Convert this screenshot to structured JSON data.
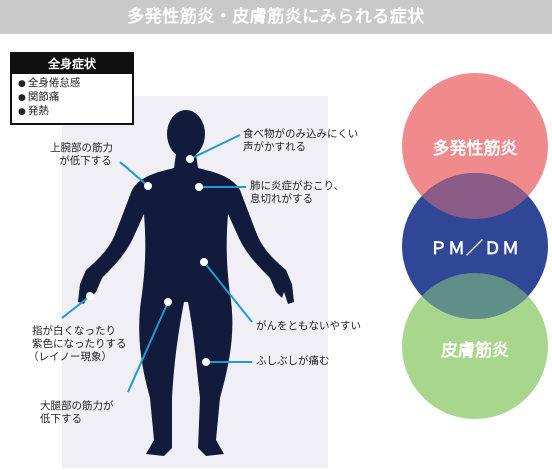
{
  "header": {
    "title": "多発性筋炎・皮膚筋炎にみられる症状"
  },
  "symptoms_box": {
    "title": "全身症状",
    "items": [
      "全身倦怠感",
      "関節痛",
      "発熱"
    ]
  },
  "callouts": {
    "upper_arm": [
      "上腕部の筋力",
      "が低下する"
    ],
    "swallow": [
      "食べ物がのみ込みにくい",
      "声がかすれる"
    ],
    "lung": [
      "肺に炎症がおこり、",
      "息切れがする"
    ],
    "raynaud": [
      "指が白くなったり",
      "紫色になったりする",
      "（レイノー現象）"
    ],
    "cancer": [
      "がんをともないやすい"
    ],
    "joints": [
      "ふしぶしが痛む"
    ],
    "thigh": [
      "大腿部の筋力が",
      "低下する"
    ]
  },
  "circles": {
    "top": "多発性筋炎",
    "middle": "ＰＭ／ＤＭ",
    "bottom": "皮膚筋炎"
  },
  "colors": {
    "header_bg": "#c9c9c9",
    "body": "#121b3b",
    "leader": "#1f9ad6",
    "circle_top": "#f08a8c",
    "circle_middle": "#2f4796",
    "circle_bottom": "#a8d68c",
    "overlap_top": "#8a5b86",
    "overlap_bottom": "#5f8f88"
  }
}
